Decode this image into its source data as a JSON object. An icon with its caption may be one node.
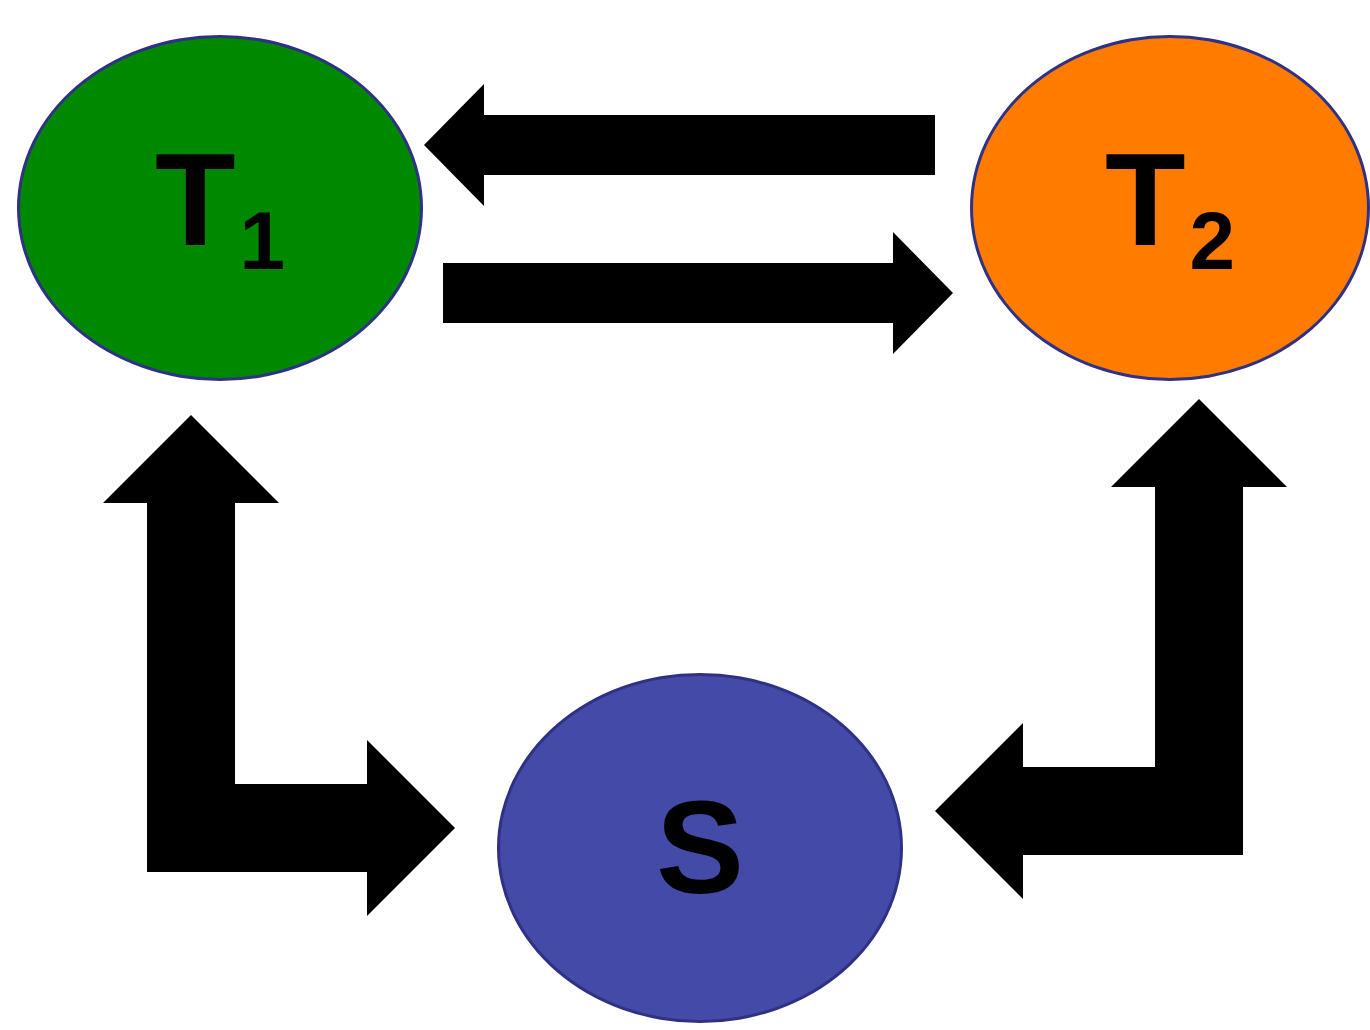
{
  "diagram": {
    "nodes": [
      {
        "text": [
          "T$_{1}$"
        ]
      },
      {
        "text": [
          "T$_{2}$"
        ]
      },
      {
        "text": [
          "S"
        ]
      }
    ],
    "edges": [
      {
        "from": 1,
        "to": 0,
        "arrow": "to"
      },
      {
        "from": 0,
        "to": 1,
        "arrow": "to"
      },
      {
        "from": 0,
        "to": 2,
        "arrow": "both"
      },
      {
        "from": 1,
        "to": 2,
        "arrow": "both"
      }
    ]
  }
}
